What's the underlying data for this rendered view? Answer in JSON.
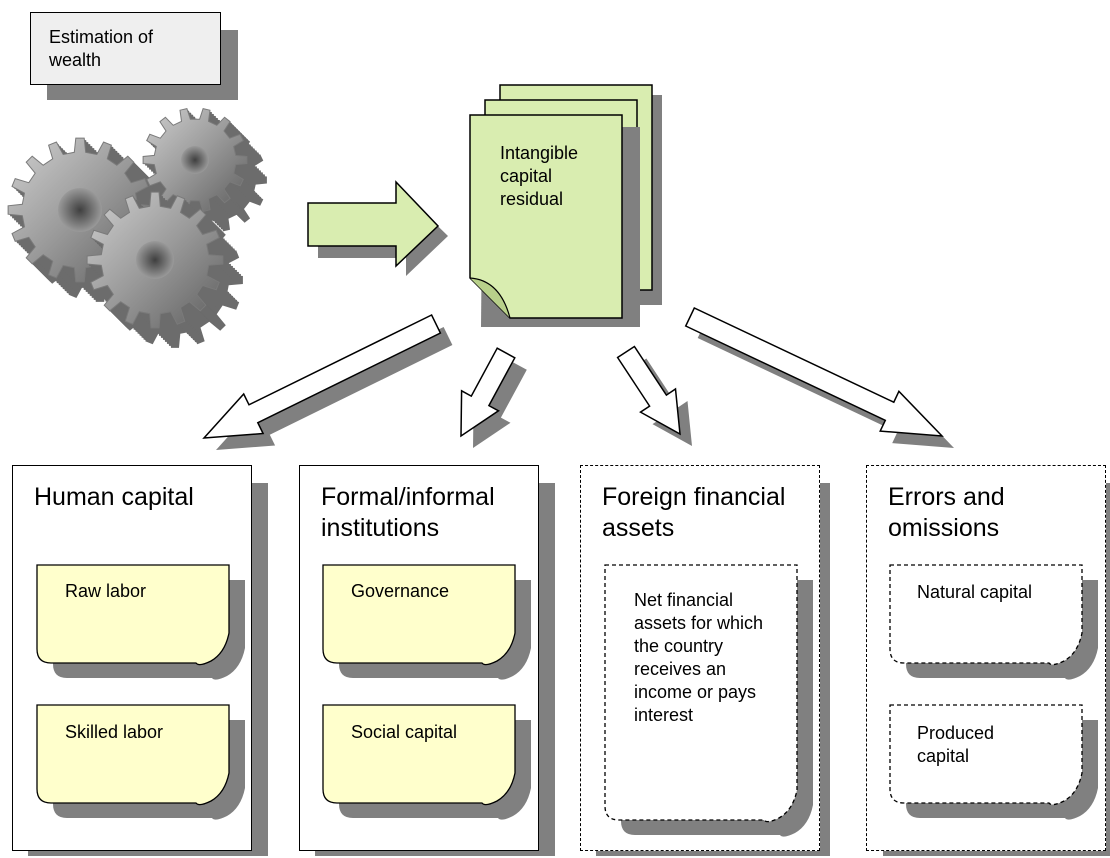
{
  "header_box": {
    "text": "Estimation of wealth"
  },
  "residual_doc": {
    "text": "Intangible capital residual"
  },
  "columns": [
    {
      "title": "Human capital",
      "notes": [
        "Raw labor",
        "Skilled labor"
      ]
    },
    {
      "title": "Formal/informal institutions",
      "notes": [
        "Governance",
        "Social capital"
      ]
    },
    {
      "title": "Foreign financial assets",
      "notes": [
        "Net financial assets for which the country receives an income or pays interest"
      ]
    },
    {
      "title": "Errors and omissions",
      "notes": [
        "Natural capital",
        "Produced capital"
      ]
    }
  ],
  "colors": {
    "note_fill": "#ffffcc",
    "doc_fill": "#d9edb0",
    "arrow_fill": "#d9edb0",
    "shadow": "#808080",
    "gear": "#8c8c8c",
    "header_fill": "#efefef"
  },
  "icons": [
    "gears-icon",
    "document-stack-icon",
    "arrow-right-icon",
    "arrow-down-icon"
  ]
}
